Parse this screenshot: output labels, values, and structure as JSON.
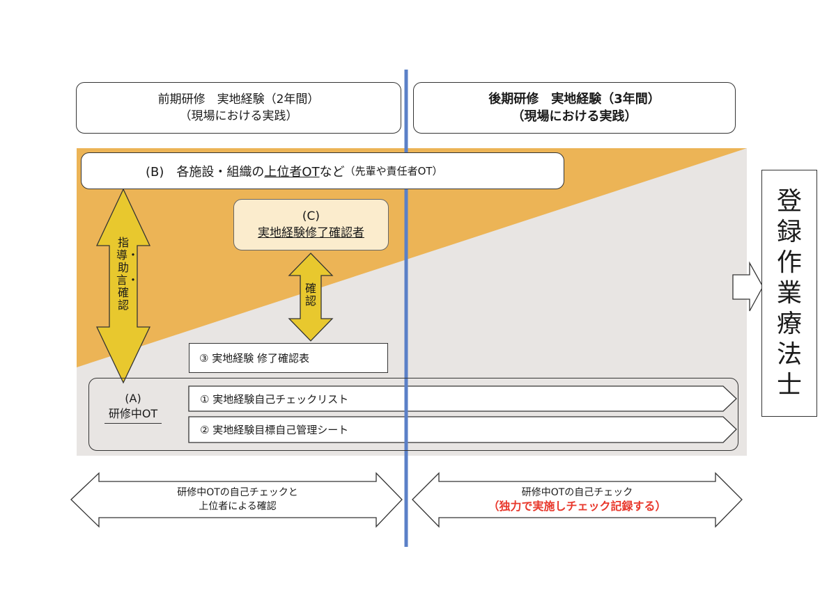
{
  "phases": {
    "early": {
      "line1": "前期研修　実地経験（2年間）",
      "line2": "（現場における実践）"
    },
    "late": {
      "line1": "後期研修　実地経験（3年間）",
      "line2": "（現場における実践）"
    }
  },
  "box_b": {
    "prefix": "(B)　各施設・組織の",
    "highlight": "上位者OT",
    "suffix": "など",
    "note": "（先輩や責任者OT）"
  },
  "box_c": {
    "line1": "(C)",
    "line2": "実地経験修了確認者"
  },
  "arrow_b_label": "指導・助言・確認",
  "arrow_c_label": "確認",
  "item_3": "③ 実地経験 修了確認表",
  "box_a": {
    "line1": "(A)",
    "line2": "研修中OT"
  },
  "item_1": "① 実地経験自己チェックリスト",
  "item_2": "② 実地経験目標自己管理シート",
  "registered": "登録作業療法士",
  "bottom_left": {
    "line1": "研修中OTの自己チェックと",
    "line2": "上位者による確認"
  },
  "bottom_right": {
    "line1": "研修中OTの自己チェック",
    "line2": "（独力で実施しチェック記録する）"
  },
  "colors": {
    "orange": "#ecb456",
    "gray": "#e8e5e3",
    "arrow_yellow": "#e8c82e",
    "divider_blue": "#5b80c7",
    "red": "#e8372b"
  }
}
